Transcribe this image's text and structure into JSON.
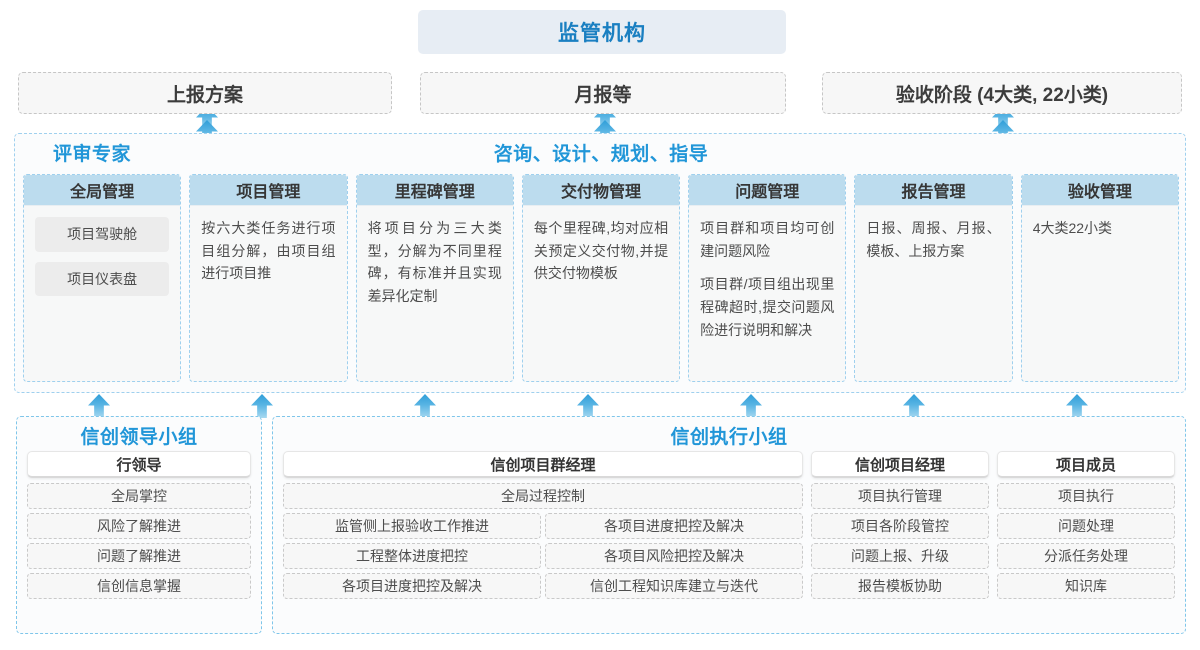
{
  "top": {
    "regulator": "监管机构",
    "boxes": [
      {
        "label": "上报方案"
      },
      {
        "label": "月报等"
      },
      {
        "label": "验收阶段 (4大类, 22小类)"
      }
    ]
  },
  "middle": {
    "roles": [
      {
        "label": "评审专家"
      },
      {
        "label": "咨询、设计、规划、指导"
      }
    ],
    "columns": [
      {
        "head": "全局管理",
        "chips": [
          "项目驾驶舱",
          "项目仪表盘"
        ],
        "paragraphs": []
      },
      {
        "head": "项目管理",
        "chips": [],
        "paragraphs": [
          "按六大类任务进行项目组分解，由项目组进行项目推"
        ]
      },
      {
        "head": "里程碑管理",
        "chips": [],
        "paragraphs": [
          "将项目分为三大类型，分解为不同里程碑，有标准并且实现差异化定制"
        ]
      },
      {
        "head": "交付物管理",
        "chips": [],
        "paragraphs": [
          "每个里程碑,均对应相关预定义交付物,并提供交付物模板"
        ]
      },
      {
        "head": "问题管理",
        "chips": [],
        "paragraphs": [
          "项目群和项目均可创建问题风险",
          "项目群/项目组出现里程碑超时,提交问题风险进行说明和解决"
        ]
      },
      {
        "head": "报告管理",
        "chips": [],
        "paragraphs": [
          "日报、周报、月报、模板、上报方案"
        ]
      },
      {
        "head": "验收管理",
        "chips": [],
        "paragraphs": [
          "4大类22小类"
        ]
      }
    ]
  },
  "bottom": {
    "left_group": {
      "title": "信创领导小组",
      "lane_head": "行领导",
      "items": [
        "全局掌控",
        "风险了解推进",
        "问题了解推进",
        "信创信息掌握"
      ]
    },
    "right_group": {
      "title": "信创执行小组",
      "lanes": [
        {
          "head": "信创项目群经理",
          "full_width_item": "全局过程控制",
          "grid_items": [
            "监管侧上报验收工作推进",
            "各项目进度把控及解决",
            "工程整体进度把控",
            "各项目风险把控及解决",
            "各项目进度把控及解决",
            "信创工程知识库建立与迭代"
          ]
        },
        {
          "head": "信创项目经理",
          "items": [
            "项目执行管理",
            "项目各阶段管控",
            "问题上报、升级",
            "报告模板协助"
          ]
        },
        {
          "head": "项目成员",
          "items": [
            "项目执行",
            "问题处理",
            "分派任务处理",
            "知识库"
          ]
        }
      ]
    }
  },
  "colors": {
    "accent_blue": "#2196d8",
    "header_fill": "#bcdcee",
    "regulator_fill": "#e7edf4",
    "arrow_blue": "#58b4e3",
    "dashed_blue": "#9fd0ee",
    "dashed_grey": "#c9c9c9"
  },
  "arrow_positions": {
    "top_into_regulator": [
      196,
      594,
      992
    ],
    "top_into_dashed": [
      196,
      594,
      992
    ],
    "bottom_into_middle": [
      88,
      251,
      414,
      577,
      740,
      903,
      1066
    ]
  }
}
